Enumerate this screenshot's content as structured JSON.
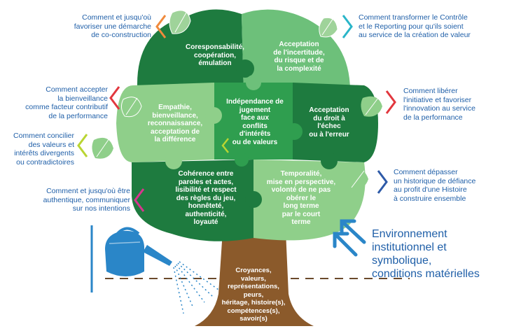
{
  "colors": {
    "dark_green": "#1e7b3f",
    "mid_green": "#2f9e4f",
    "light_green": "#6dc07a",
    "pale_green": "#8fcf8a",
    "trunk": "#8b5a2b",
    "blue_text": "#1f5fa8",
    "watering_can": "#2a86c8",
    "chevron_orange": "#f08a3c",
    "chevron_teal": "#29b5c8",
    "chevron_red": "#e2373e",
    "chevron_lime": "#b9d532",
    "chevron_pink": "#d9358e",
    "chevron_navy": "#2e5aa8"
  },
  "annotations_left": [
    {
      "text": "Comment et jusqu'où\nfavoriser une démarche\nde co-construction"
    },
    {
      "text": "Comment accepter\nla bienveillance\ncomme facteur contributif\nde la performance"
    },
    {
      "text": "Comment concilier\ndes valeurs et\nintérêts divergents\nou contradictoires"
    },
    {
      "text": "Comment et jusqu'où être\nauthentique, communiquer\nsur nos intentions"
    }
  ],
  "annotations_right": [
    {
      "text": "Comment transformer le Contrôle\net le Reporting pour qu'ils soient\nau service de la création de valeur"
    },
    {
      "text": "Comment libérer\nl'initiative et favoriser\nl'innovation au service\nde la performance"
    },
    {
      "text": "Comment dépasser\nun historique de défiance\nau profit d'une Histoire\nà construire ensemble"
    }
  ],
  "pieces": {
    "top_left": "Coresponsabilité,\ncoopération,\némulation",
    "top_right": "Acceptation\nde l'incertitude,\ndu risque et de\nla complexité",
    "mid_left": "Empathie,\nbienveillance,\nreconnaissance,\nacceptation de\nla différence",
    "center": "Indépendance de\njugement\nface aux\nconflits\nd'intérêts\nou de valeurs",
    "mid_right": "Acceptation\ndu droit à\nl'échec\nou à l'erreur",
    "bottom_left": "Cohérence entre\nparoles et actes,\nlisibilité et respect\ndes règles du jeu,\nhonnêteté,\nauthenticité,\nloyauté",
    "bottom_right": "Temporalité,\nmise en perspective,\nvolonté de ne pas\nobérer le\nlong terme\npar le court\nterme"
  },
  "trunk_text": "Croyances,\nvaleurs,\nreprésentations,\npeurs,\nhéritage, histoire(s),\ncompétences(s), savoir(s)",
  "environment_text": "Environnement\ninstitutionnel et symbolique,\nconditions matérielles"
}
